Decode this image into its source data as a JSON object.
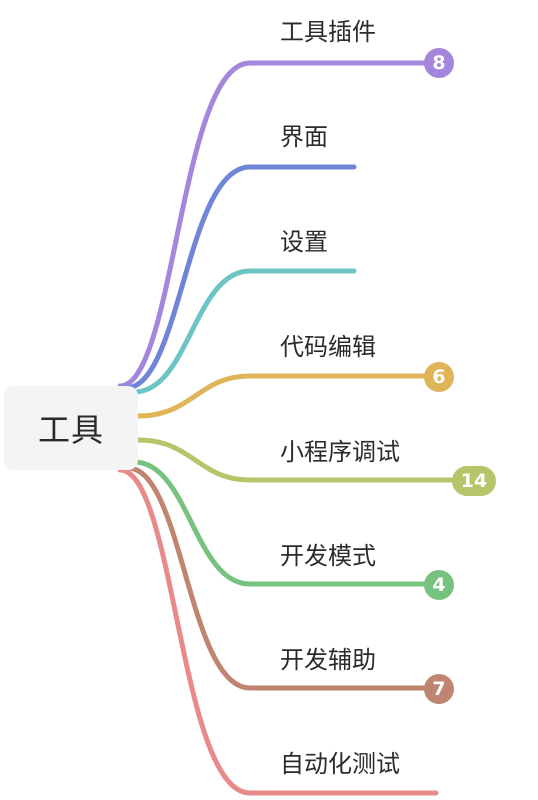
{
  "root": {
    "label": "工具"
  },
  "branches": [
    {
      "label": "工具插件",
      "count": "8",
      "color": "#a486dc"
    },
    {
      "label": "界面",
      "count": "",
      "color": "#6e85d8"
    },
    {
      "label": "设置",
      "count": "",
      "color": "#6cc4c4"
    },
    {
      "label": "代码编辑",
      "count": "6",
      "color": "#e0b55a"
    },
    {
      "label": "小程序调试",
      "count": "14",
      "color": "#b5c56a"
    },
    {
      "label": "开发模式",
      "count": "4",
      "color": "#77c27f"
    },
    {
      "label": "开发辅助",
      "count": "7",
      "color": "#c08570"
    },
    {
      "label": "自动化测试",
      "count": "",
      "color": "#e88a8a"
    }
  ]
}
